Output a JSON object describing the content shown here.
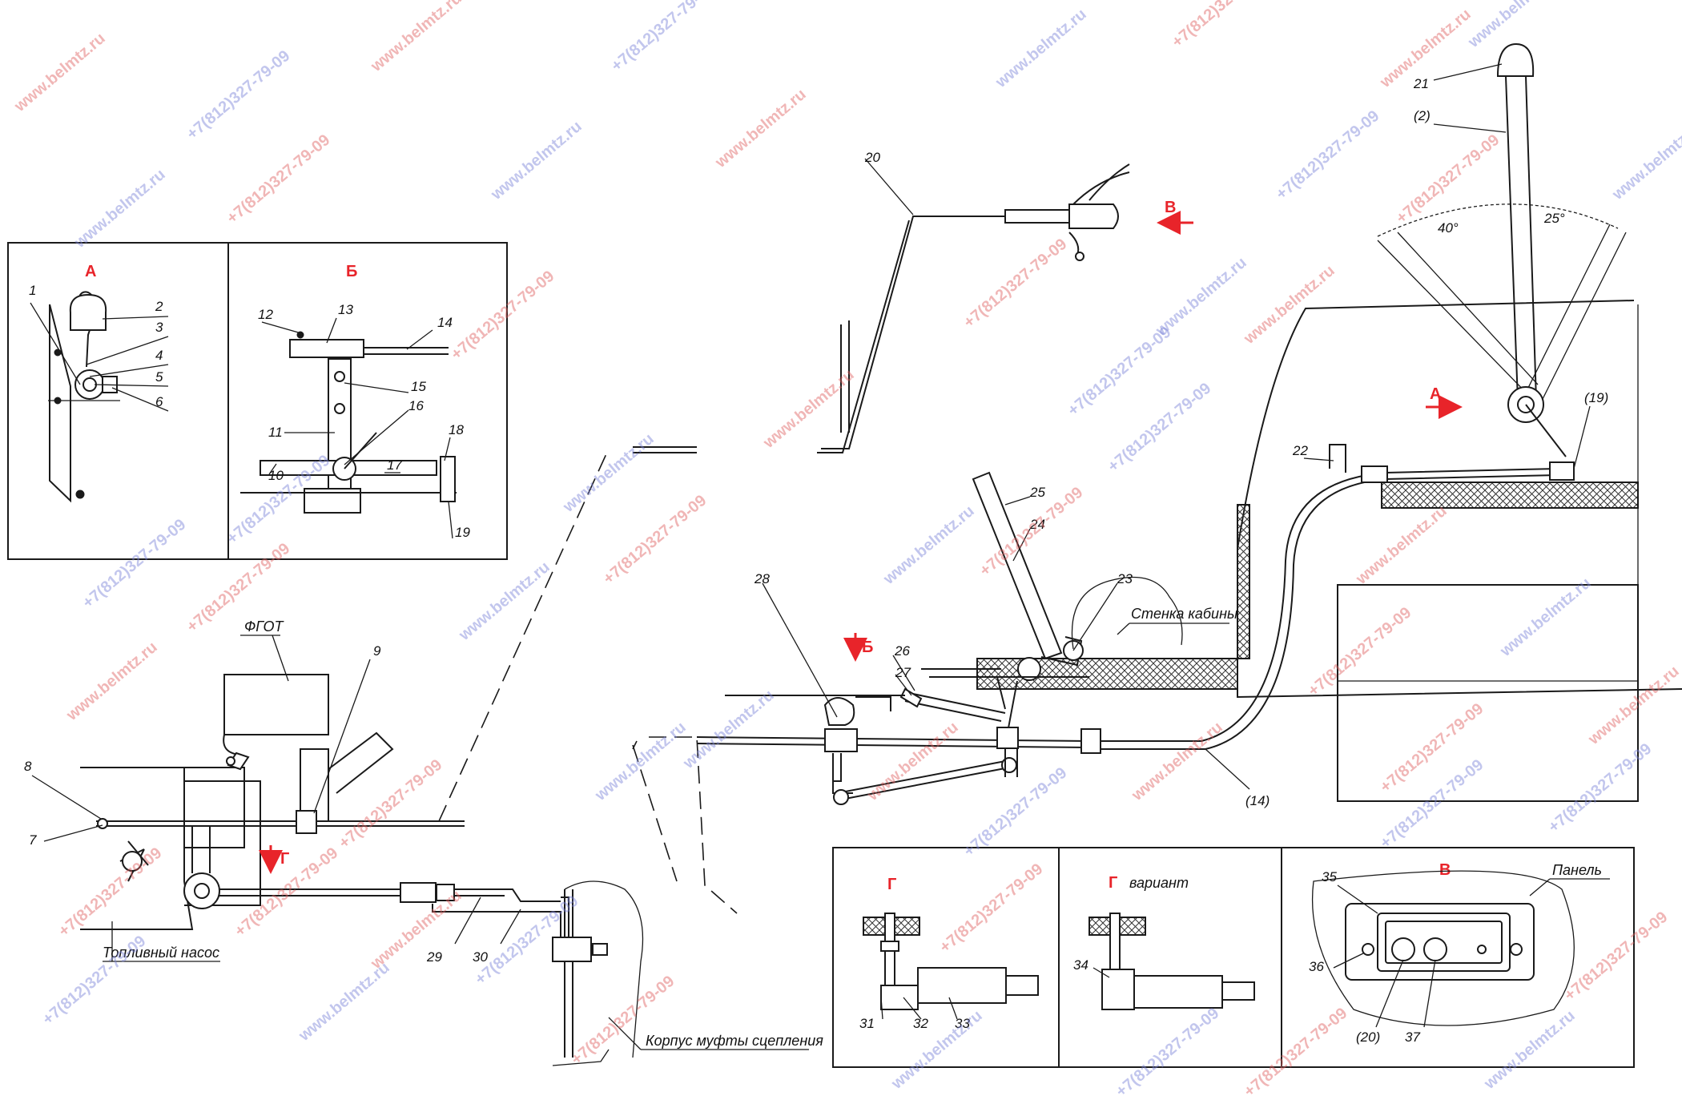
{
  "views": {
    "a": "А",
    "b": "Б",
    "v": "В",
    "g": "Г",
    "g_variant": "Г",
    "variant_word": "вариант"
  },
  "arrows": {
    "a": "А",
    "b": "Б",
    "v": "В",
    "g": "Г"
  },
  "captions": {
    "fgot": "ФГОТ",
    "fuel_pump": "Топливный насос",
    "cab_wall": "Стенка кабины",
    "clutch_housing": "Корпус муфты сцепления",
    "panel": "Панель"
  },
  "angles": {
    "left": "40°",
    "right": "25°"
  },
  "parts": [
    "1",
    "2",
    "3",
    "4",
    "5",
    "6",
    "7",
    "8",
    "9",
    "10",
    "11",
    "12",
    "13",
    "14",
    "15",
    "16",
    "17",
    "18",
    "19",
    "20",
    "21",
    "22",
    "23",
    "24",
    "25",
    "26",
    "27",
    "28",
    "29",
    "30",
    "31",
    "32",
    "33",
    "34",
    "35",
    "36",
    "37"
  ],
  "refs": {
    "r2": "(2)",
    "r14": "(14)",
    "r19": "(19)",
    "r20": "(20)"
  },
  "watermarks": {
    "site": "www.belmtz.ru",
    "phone": "+7(812)327-79-09"
  },
  "colors": {
    "accent": "#e8242a",
    "ink": "#1a1a1a",
    "wm_red": "#e06060",
    "wm_blue": "#7a82d8"
  }
}
